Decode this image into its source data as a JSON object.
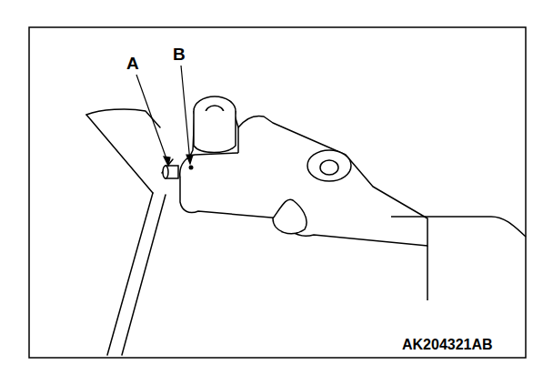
{
  "diagram": {
    "labels": [
      "A",
      "B",
      "AK204321AB"
    ]
  }
}
